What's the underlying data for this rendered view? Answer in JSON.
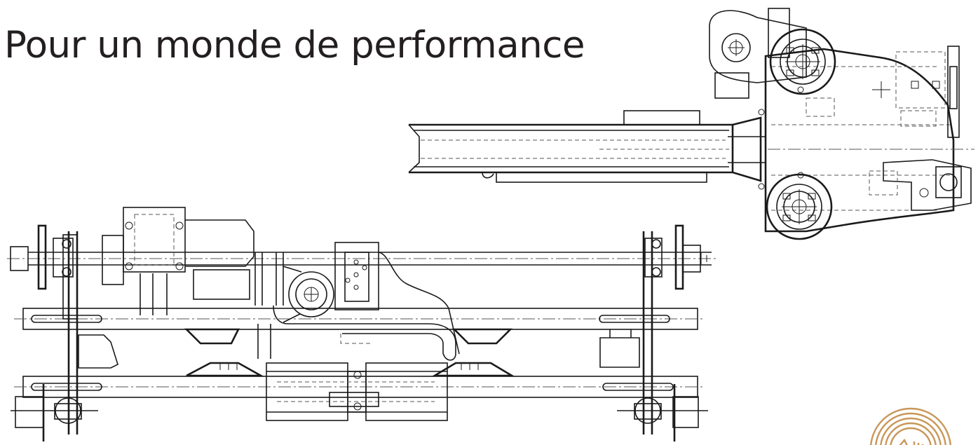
{
  "headline": "Pour un monde de performance",
  "colors": {
    "text": "#231f20",
    "linework": "#1a1a1a",
    "logo": "#c8975a"
  },
  "icons": [
    "crane-end-carriage-plan-drawing",
    "crane-trolley-plan-drawing",
    "brand-logo-icon"
  ]
}
